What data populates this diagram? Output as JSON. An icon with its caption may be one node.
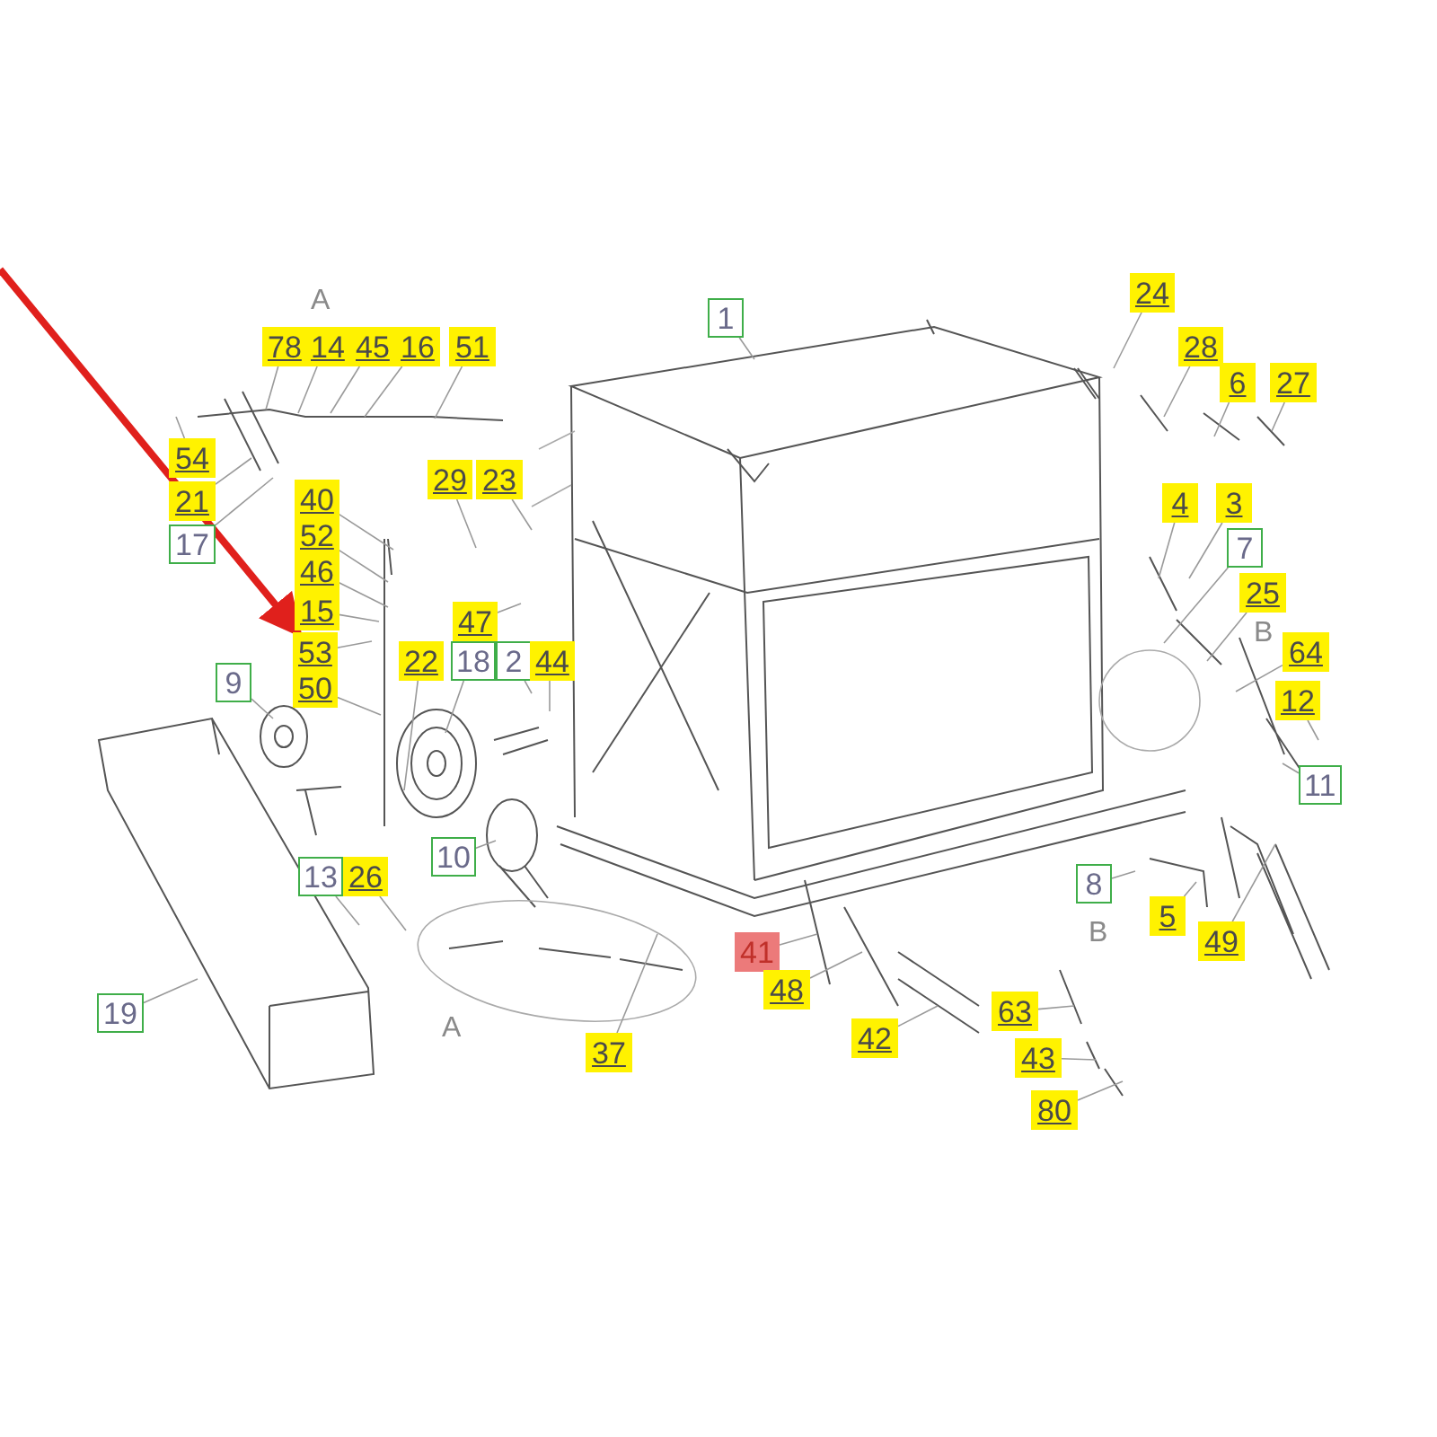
{
  "diagram": {
    "nodes": [
      {
        "text": [
          "24"
        ]
      },
      {
        "text": [
          "1"
        ]
      },
      {
        "text": [
          "78"
        ]
      },
      {
        "text": [
          "14"
        ]
      },
      {
        "text": [
          "45"
        ]
      },
      {
        "text": [
          "16"
        ]
      },
      {
        "text": [
          "51"
        ]
      },
      {
        "text": [
          "28"
        ]
      },
      {
        "text": [
          "6"
        ]
      },
      {
        "text": [
          "27"
        ]
      },
      {
        "text": [
          "54"
        ]
      },
      {
        "text": [
          "29"
        ]
      },
      {
        "text": [
          "23"
        ]
      },
      {
        "text": [
          "21"
        ]
      },
      {
        "text": [
          "40"
        ]
      },
      {
        "text": [
          "4"
        ]
      },
      {
        "text": [
          "3"
        ]
      },
      {
        "text": [
          "52"
        ]
      },
      {
        "text": [
          "17"
        ]
      },
      {
        "text": [
          "7"
        ]
      },
      {
        "text": [
          "46"
        ]
      },
      {
        "text": [
          "25"
        ]
      },
      {
        "text": [
          "15"
        ]
      },
      {
        "text": [
          "47"
        ]
      },
      {
        "text": [
          "64"
        ]
      },
      {
        "text": [
          "53"
        ]
      },
      {
        "text": [
          "22"
        ]
      },
      {
        "text": [
          "18"
        ]
      },
      {
        "text": [
          "2"
        ]
      },
      {
        "text": [
          "44"
        ]
      },
      {
        "text": [
          "9"
        ]
      },
      {
        "text": [
          "50"
        ]
      },
      {
        "text": [
          "12"
        ]
      },
      {
        "text": [
          "11"
        ]
      },
      {
        "text": [
          "10"
        ]
      },
      {
        "text": [
          "13"
        ]
      },
      {
        "text": [
          "26"
        ]
      },
      {
        "text": [
          "8"
        ]
      },
      {
        "text": [
          "5"
        ]
      },
      {
        "text": [
          "49"
        ]
      },
      {
        "text": [
          "41"
        ]
      },
      {
        "text": [
          "48"
        ]
      },
      {
        "text": [
          "63"
        ]
      },
      {
        "text": [
          "19"
        ]
      },
      {
        "text": [
          "42"
        ]
      },
      {
        "text": [
          "37"
        ]
      },
      {
        "text": [
          "43"
        ]
      },
      {
        "text": [
          "80"
        ]
      }
    ],
    "edges": [
      {
        "from": 0,
        "to": null,
        "arrow": "none"
      },
      {
        "from": 1,
        "to": null,
        "arrow": "none"
      },
      {
        "from": 2,
        "to": null,
        "arrow": "none"
      },
      {
        "from": 3,
        "to": null,
        "arrow": "none"
      },
      {
        "from": 4,
        "to": null,
        "arrow": "none"
      },
      {
        "from": 5,
        "to": null,
        "arrow": "none"
      },
      {
        "from": 6,
        "to": null,
        "arrow": "none"
      },
      {
        "from": 7,
        "to": null,
        "arrow": "none"
      },
      {
        "from": 8,
        "to": null,
        "arrow": "none"
      },
      {
        "from": 9,
        "to": null,
        "arrow": "none"
      },
      {
        "from": 10,
        "to": null,
        "arrow": "none"
      },
      {
        "from": 11,
        "to": null,
        "arrow": "none"
      },
      {
        "from": 12,
        "to": null,
        "arrow": "none"
      },
      {
        "from": 13,
        "to": null,
        "arrow": "none"
      },
      {
        "from": 14,
        "to": null,
        "arrow": "none"
      },
      {
        "from": 15,
        "to": null,
        "arrow": "none"
      },
      {
        "from": 16,
        "to": null,
        "arrow": "none"
      },
      {
        "from": 17,
        "to": null,
        "arrow": "none"
      },
      {
        "from": 18,
        "to": null,
        "arrow": "none"
      },
      {
        "from": 19,
        "to": null,
        "arrow": "none"
      },
      {
        "from": 20,
        "to": null,
        "arrow": "none"
      },
      {
        "from": 21,
        "to": null,
        "arrow": "none"
      },
      {
        "from": 22,
        "to": null,
        "arrow": "none"
      },
      {
        "from": 23,
        "to": null,
        "arrow": "none"
      },
      {
        "from": 24,
        "to": null,
        "arrow": "none"
      },
      {
        "from": 25,
        "to": null,
        "arrow": "none"
      },
      {
        "from": 26,
        "to": null,
        "arrow": "none"
      },
      {
        "from": 27,
        "to": null,
        "arrow": "none"
      },
      {
        "from": 28,
        "to": null,
        "arrow": "none"
      },
      {
        "from": 29,
        "to": null,
        "arrow": "none"
      },
      {
        "from": 30,
        "to": null,
        "arrow": "none"
      },
      {
        "from": 31,
        "to": null,
        "arrow": "none"
      },
      {
        "from": 32,
        "to": null,
        "arrow": "none"
      },
      {
        "from": 33,
        "to": null,
        "arrow": "none"
      },
      {
        "from": 34,
        "to": null,
        "arrow": "none"
      },
      {
        "from": 35,
        "to": null,
        "arrow": "none"
      },
      {
        "from": 36,
        "to": null,
        "arrow": "none"
      },
      {
        "from": 37,
        "to": null,
        "arrow": "none"
      },
      {
        "from": 38,
        "to": null,
        "arrow": "none"
      },
      {
        "from": 39,
        "to": null,
        "arrow": "none"
      },
      {
        "from": 40,
        "to": null,
        "arrow": "none"
      },
      {
        "from": 41,
        "to": null,
        "arrow": "none"
      },
      {
        "from": 42,
        "to": null,
        "arrow": "none"
      },
      {
        "from": 43,
        "to": null,
        "arrow": "none"
      },
      {
        "from": 44,
        "to": null,
        "arrow": "none"
      },
      {
        "from": 45,
        "to": null,
        "arrow": "none"
      },
      {
        "from": 46,
        "to": null,
        "arrow": "none"
      },
      {
        "from": 47,
        "to": null,
        "arrow": "none"
      },
      {
        "from": null,
        "to": 25,
        "arrow": "to",
        "style": "thick",
        "color": "#e0201c"
      }
    ],
    "labels": [
      "A",
      "B",
      "B",
      "A"
    ]
  }
}
